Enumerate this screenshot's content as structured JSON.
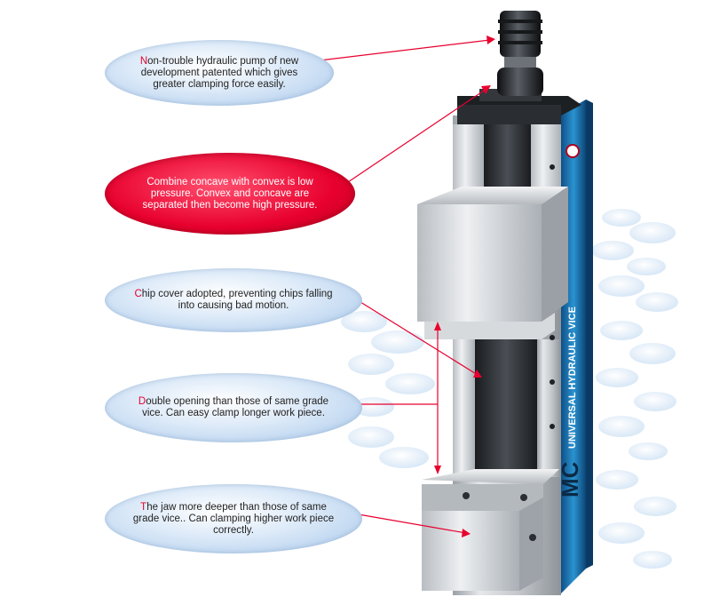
{
  "callouts": [
    {
      "id": "pump",
      "first": "N",
      "rest": "on-trouble hydraulic pump of new development patented which gives greater clamping force easily."
    },
    {
      "id": "pressure",
      "text": "Combine concave with convex is low pressure. Convex and concave are separated then become high pressure."
    },
    {
      "id": "chip",
      "first": "C",
      "rest": "hip cover adopted, preventing chips falling into causing bad motion."
    },
    {
      "id": "opening",
      "first": "D",
      "rest": "ouble opening than those of same grade vice. Can easy clamp longer work piece."
    },
    {
      "id": "jaw",
      "first": "T",
      "rest": "he jaw more deeper than those of same grade vice.. Can clamping higher work piece correctly."
    }
  ],
  "product_label": {
    "big": "MC",
    "sub": "UNIVERSAL HYDRAULIC VICE"
  },
  "colors": {
    "accent_red": "#e8002e",
    "bubble_blue": "#b7d2ef",
    "steel": "#c9ccd0",
    "blue_strip": "#1e78b4"
  }
}
